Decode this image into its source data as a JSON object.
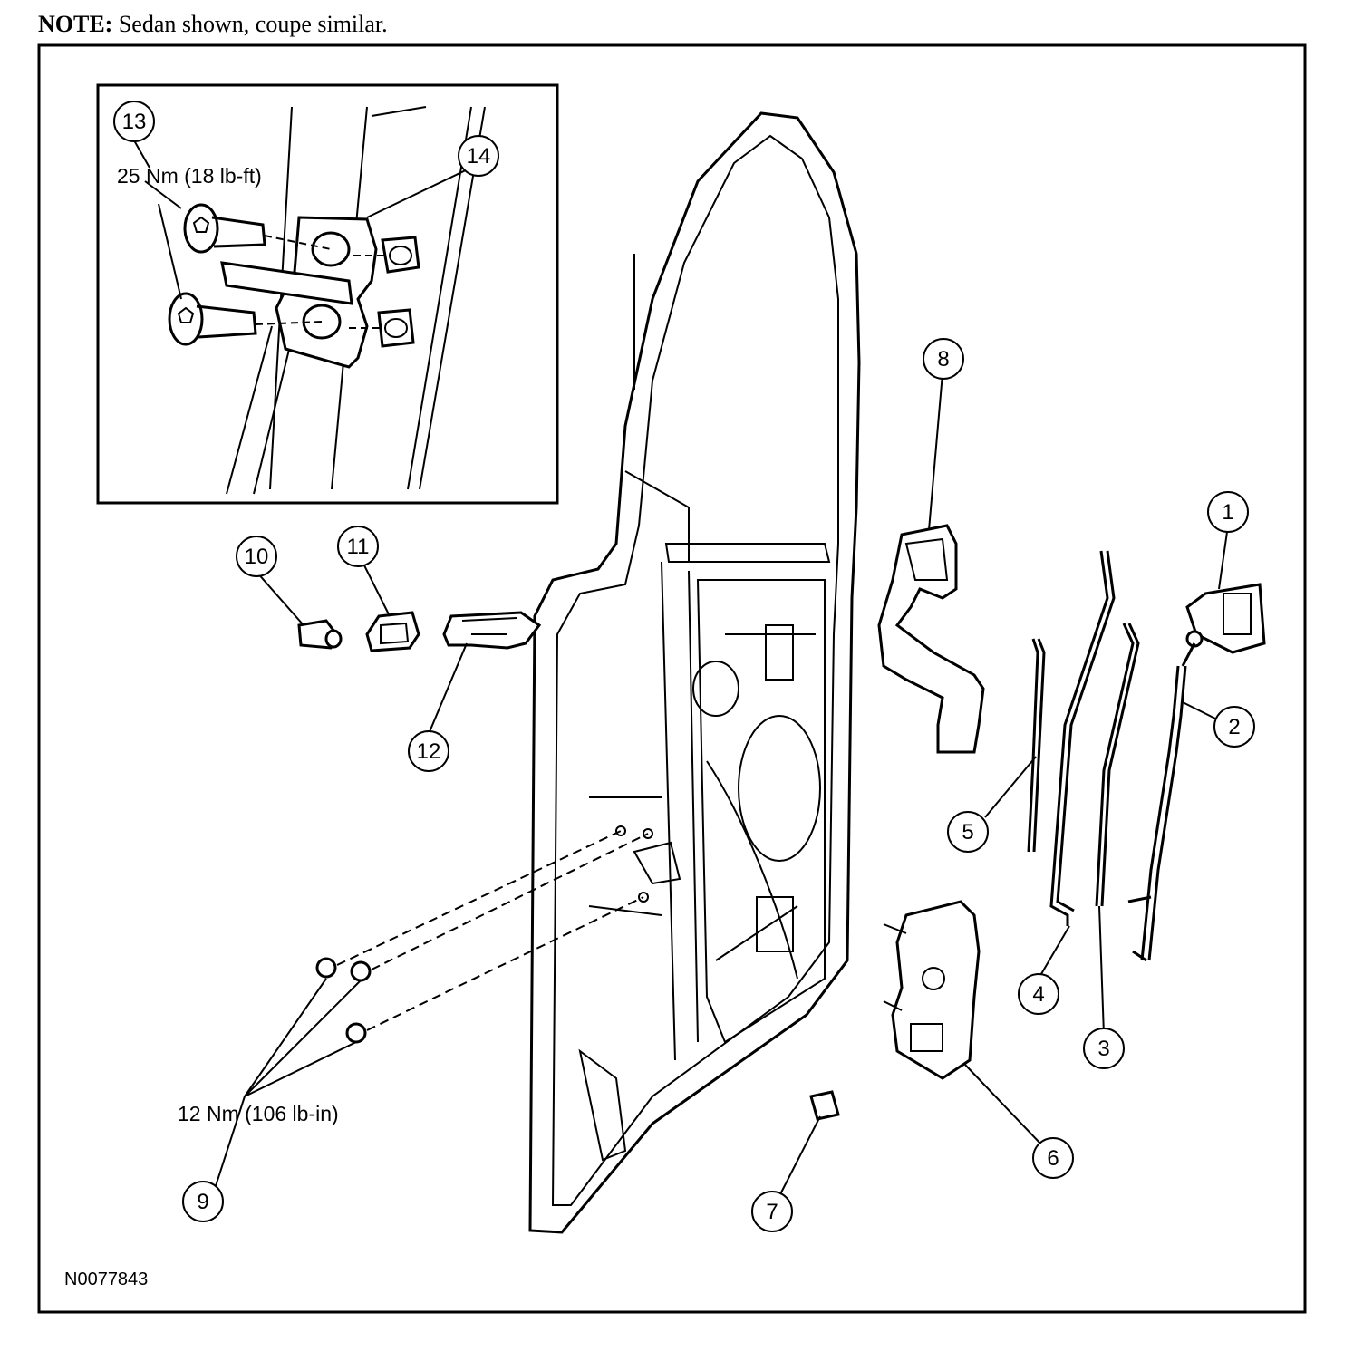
{
  "note": {
    "prefix": "NOTE:",
    "text": "Sedan shown, coupe similar."
  },
  "torque": {
    "hinge_bolt": "25 Nm (18 lb-ft)",
    "nuts": "12 Nm (106 lb-in)"
  },
  "figure_id": "N0077843",
  "callouts": {
    "c1": "1",
    "c2": "2",
    "c3": "3",
    "c4": "4",
    "c5": "5",
    "c6": "6",
    "c7": "7",
    "c8": "8",
    "c9": "9",
    "c10": "10",
    "c11": "11",
    "c12": "12",
    "c13": "13",
    "c14": "14"
  }
}
